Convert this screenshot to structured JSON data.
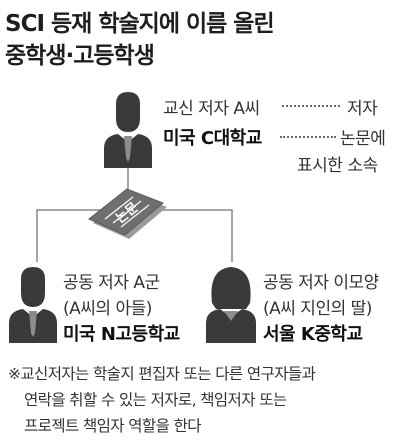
{
  "title": {
    "line1": "SCI 등재 학술지에 이름 올린",
    "line2": "중학생·고등학생"
  },
  "paper_label": "논문",
  "corresponding_author": {
    "role": "교신 저자 A씨",
    "affiliation": "미국 C대학교",
    "legend_author": "저자",
    "legend_affiliation_line1": "논문에",
    "legend_affiliation_line2": "표시한 소속"
  },
  "left_author": {
    "role": "공동 저자 A군",
    "relation": "(A씨의 아들)",
    "affiliation": "미국 N고등학교"
  },
  "right_author": {
    "role": "공동 저자 이모양",
    "relation": "(A씨 지인의 딸)",
    "affiliation": "서울 K중학교"
  },
  "footnote": {
    "line1": "※교신저자는 학술지 편집자 또는 다른 연구자들과",
    "line2": "연락을 취할 수 있는 저자로, 책임저자 또는",
    "line3": "프로젝트 책임자 역할을 한다"
  },
  "colors": {
    "figure": "#3a3a3a",
    "tie": "#8c8c8c",
    "paper": "#7b7b7b",
    "lines": "#888888"
  }
}
